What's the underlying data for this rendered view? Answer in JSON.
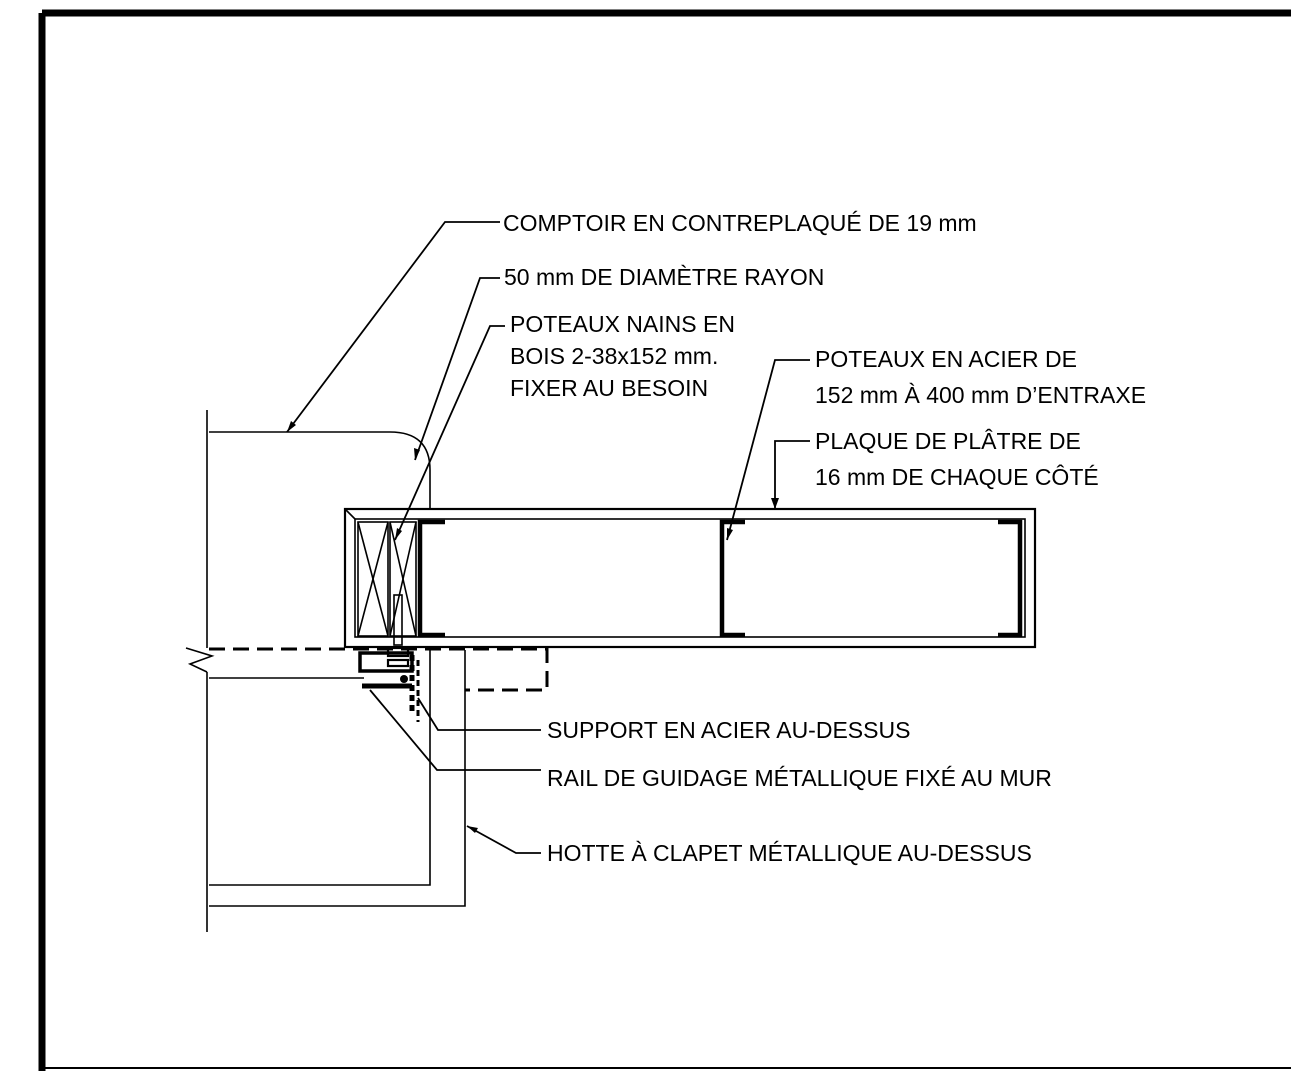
{
  "labels": {
    "countertop": "COMPTOIR EN CONTREPLAQUÉ DE 19 mm",
    "radius": "50 mm DE DIAMÈTRE RAYON",
    "dwarf_posts_1": "POTEAUX NAINS EN",
    "dwarf_posts_2": "BOIS 2-38x152 mm.",
    "dwarf_posts_3": "FIXER AU BESOIN",
    "steel_studs_1": "POTEAUX EN ACIER DE",
    "steel_studs_2": "152 mm À 400 mm D’ENTRAXE",
    "gypsum_1": "PLAQUE DE PLÂTRE DE",
    "gypsum_2": "16 mm DE CHAQUE CÔTÉ",
    "steel_support": "SUPPORT EN ACIER AU-DESSUS",
    "guide_rail": "RAIL DE GUIDAGE MÉTALLIQUE FIXÉ AU MUR",
    "hood": "HOTTE À CLAPET MÉTALLIQUE AU-DESSUS"
  }
}
